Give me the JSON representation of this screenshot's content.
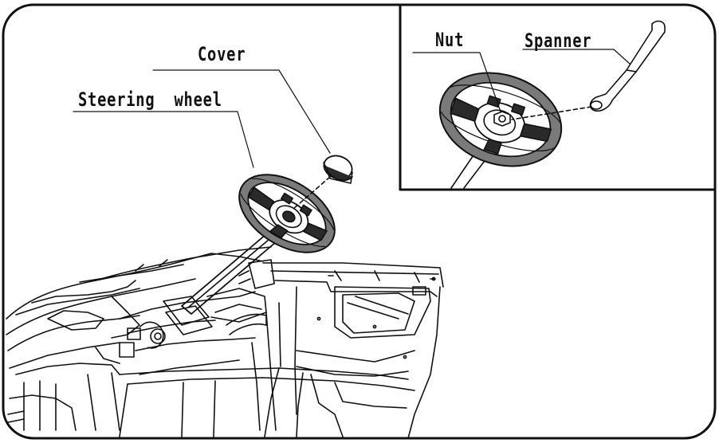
{
  "labels": {
    "cover": "Cover",
    "steering_wheel": "Steering  wheel",
    "nut": "Nut",
    "spanner": "Spanner"
  },
  "colors": {
    "line": "#111111",
    "fill_dark": "#2a2a2a",
    "fill_mid": "#7a7a7a",
    "background": "#ffffff"
  }
}
